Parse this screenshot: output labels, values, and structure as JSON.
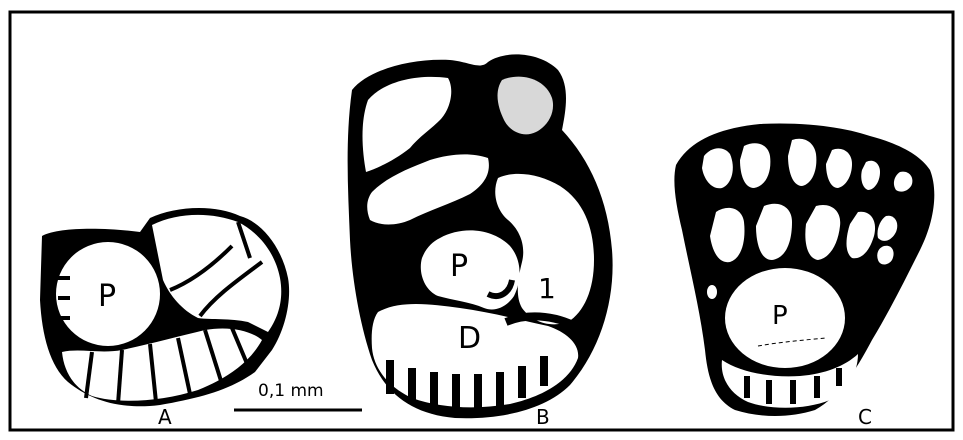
{
  "figure": {
    "specimens": [
      {
        "id": "A",
        "label": "A",
        "chamber_labels": [
          "P"
        ]
      },
      {
        "id": "B",
        "label": "B",
        "chamber_labels": [
          "P",
          "D",
          "1"
        ]
      },
      {
        "id": "C",
        "label": "C",
        "chamber_labels": [
          "P"
        ]
      }
    ],
    "scale_bar": {
      "label": "0,1 mm"
    },
    "colors": {
      "ink": "#000000",
      "paper": "#ffffff"
    }
  }
}
